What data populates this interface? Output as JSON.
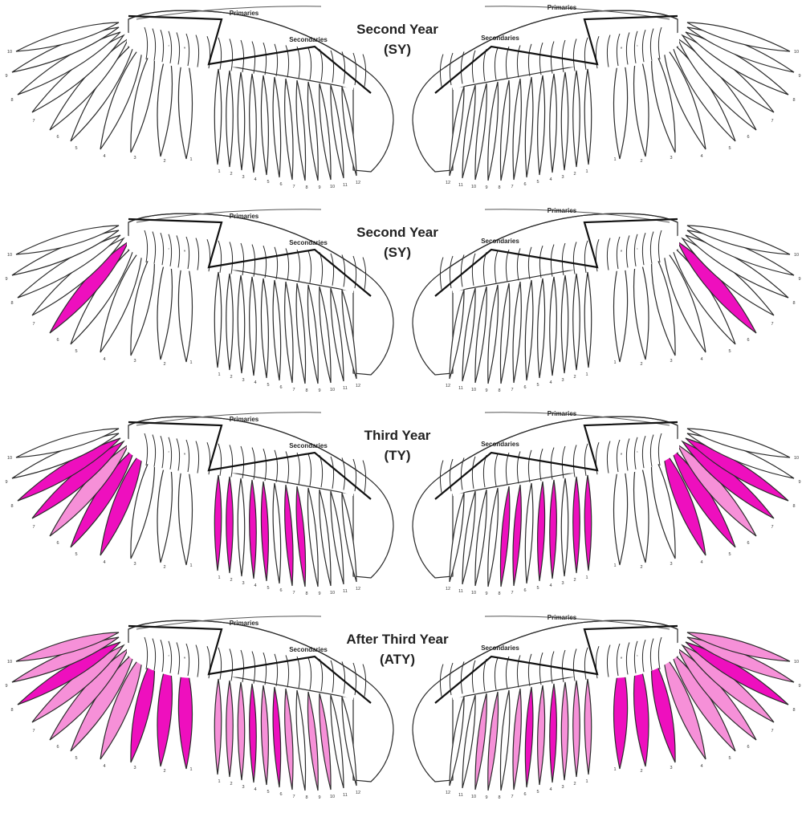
{
  "colors": {
    "dark": "#ee0fbe",
    "light": "#f690d8",
    "white": "#ffffff",
    "outline": "#2b2b2b"
  },
  "labels": {
    "primaries": "Primaries",
    "secondaries": "Secondaries"
  },
  "primary_numbers": [
    "1",
    "2",
    "3",
    "4",
    "5",
    "6",
    "7",
    "8",
    "9",
    "10"
  ],
  "secondary_numbers": [
    "1",
    "2",
    "3",
    "4",
    "5",
    "6",
    "7",
    "8",
    "9",
    "10",
    "11",
    "12"
  ],
  "panels": [
    {
      "title": "Second Year",
      "code": "(SY)",
      "left": {
        "p": [
          "w",
          "w",
          "w",
          "w",
          "w",
          "w",
          "w",
          "w",
          "w",
          "w"
        ],
        "s": [
          "w",
          "w",
          "w",
          "w",
          "w",
          "w",
          "w",
          "w",
          "w",
          "w",
          "w",
          "w"
        ]
      },
      "right": {
        "p": [
          "w",
          "w",
          "w",
          "w",
          "w",
          "w",
          "w",
          "w",
          "w",
          "w"
        ],
        "s": [
          "w",
          "w",
          "w",
          "w",
          "w",
          "w",
          "w",
          "w",
          "w",
          "w",
          "w",
          "w"
        ]
      }
    },
    {
      "title": "Second Year",
      "code": "(SY)",
      "left": {
        "p": [
          "w",
          "w",
          "w",
          "w",
          "w",
          "d",
          "w",
          "w",
          "w",
          "w"
        ],
        "s": [
          "w",
          "w",
          "w",
          "w",
          "w",
          "w",
          "w",
          "w",
          "w",
          "w",
          "w",
          "w"
        ]
      },
      "right": {
        "p": [
          "w",
          "w",
          "w",
          "w",
          "w",
          "d",
          "w",
          "w",
          "w",
          "w"
        ],
        "s": [
          "w",
          "w",
          "w",
          "w",
          "w",
          "w",
          "w",
          "w",
          "w",
          "w",
          "w",
          "w"
        ]
      }
    },
    {
      "title": "Third Year",
      "code": "(TY)",
      "left": {
        "p": [
          "w",
          "w",
          "w",
          "d",
          "d",
          "l",
          "d",
          "d",
          "w",
          "w"
        ],
        "s": [
          "d",
          "d",
          "w",
          "d",
          "d",
          "w",
          "d",
          "d",
          "w",
          "w",
          "w",
          "w"
        ]
      },
      "right": {
        "p": [
          "w",
          "w",
          "w",
          "d",
          "d",
          "l",
          "d",
          "d",
          "w",
          "w"
        ],
        "s": [
          "d",
          "d",
          "w",
          "d",
          "d",
          "w",
          "d",
          "d",
          "w",
          "w",
          "w",
          "w"
        ]
      }
    },
    {
      "title": "After Third Year",
      "code": "(ATY)",
      "left": {
        "p": [
          "d",
          "d",
          "d",
          "l",
          "l",
          "l",
          "l",
          "d",
          "l",
          "l"
        ],
        "s": [
          "l",
          "l",
          "l",
          "d",
          "l",
          "d",
          "l",
          "w",
          "l",
          "l",
          "w",
          "w"
        ]
      },
      "right": {
        "p": [
          "d",
          "d",
          "d",
          "l",
          "l",
          "l",
          "l",
          "d",
          "l",
          "l"
        ],
        "s": [
          "l",
          "l",
          "l",
          "d",
          "l",
          "d",
          "l",
          "w",
          "l",
          "l",
          "w",
          "w"
        ]
      }
    }
  ]
}
